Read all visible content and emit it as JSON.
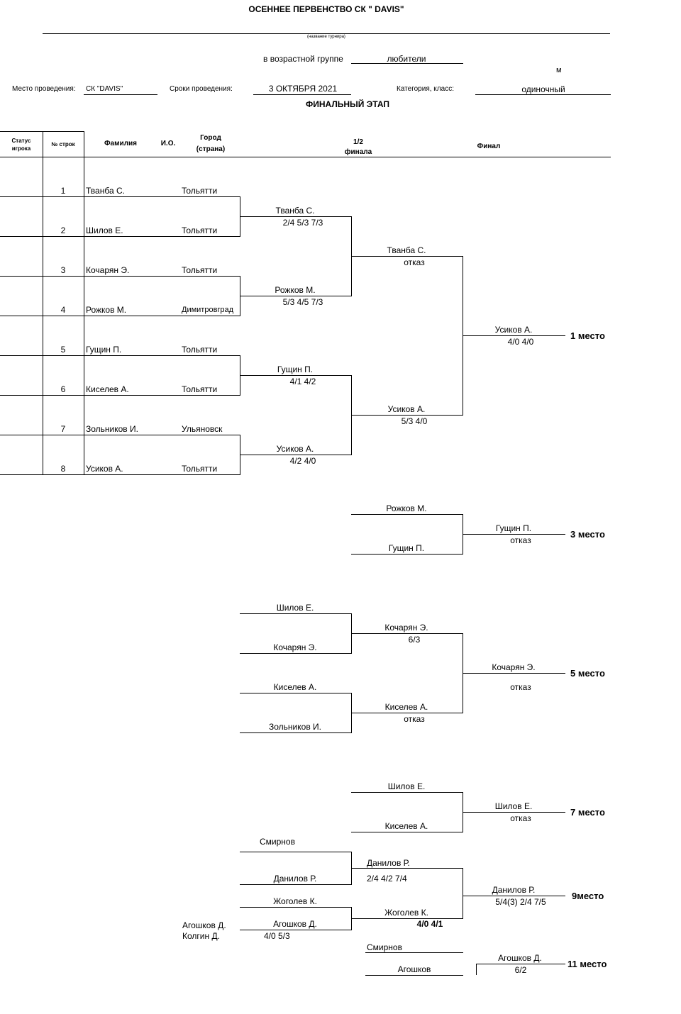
{
  "header": {
    "title": "ОСЕННЕЕ ПЕРВЕНСТВО СК \" DAVIS\"",
    "tournament_caption": "(название турнира)",
    "age_group_label": "в возрастной группе",
    "age_group_value": "любители",
    "gender": "м",
    "venue_label": "Место проведения:",
    "venue_value": "СК \"DAVIS\"",
    "dates_label": "Сроки проведения:",
    "dates_value": "3 ОКТЯБРЯ 2021",
    "category_label": "Категория, класс:",
    "category_value": "одиночный",
    "stage": "ФИНАЛЬНЫЙ ЭТАП"
  },
  "columns": {
    "status_line1": "Статус",
    "status_line2": "игрока",
    "row_no": "№ строк",
    "surname": "Фамилия",
    "initials": "И.О.",
    "city_line1": "Город",
    "city_line2": "(страна)",
    "semifinal_line1": "1/2",
    "semifinal_line2": "финала",
    "final": "Финал"
  },
  "players": [
    {
      "no": "1",
      "name": "Тванба С.",
      "city": "Тольятти"
    },
    {
      "no": "2",
      "name": "Шилов Е.",
      "city": "Тольятти"
    },
    {
      "no": "3",
      "name": "Кочарян Э.",
      "city": "Тольятти"
    },
    {
      "no": "4",
      "name": "Рожков М.",
      "city": "Димитровград"
    },
    {
      "no": "5",
      "name": "Гущин П.",
      "city": "Тольятти"
    },
    {
      "no": "6",
      "name": "Киселев А.",
      "city": "Тольятти"
    },
    {
      "no": "7",
      "name": "Зольников И.",
      "city": "Ульяновск"
    },
    {
      "no": "8",
      "name": "Усиков А.",
      "city": "Тольятти"
    }
  ],
  "main_draw": {
    "r1": [
      {
        "winner": "Тванба С.",
        "score": "2/4 5/3 7/3"
      },
      {
        "winner": "Рожков М.",
        "score": "5/3 4/5 7/3"
      },
      {
        "winner": "Гущин П.",
        "score": "4/1 4/2"
      },
      {
        "winner": "Усиков А.",
        "score": "4/2 4/0"
      }
    ],
    "semis": [
      {
        "winner": "Тванба С.",
        "score": "отказ"
      },
      {
        "winner": "Усиков А.",
        "score": "5/3 4/0"
      }
    ],
    "final": {
      "winner": "Усиков А.",
      "score": "4/0 4/0",
      "place": "1 место"
    }
  },
  "third_place": {
    "p1": "Рожков М.",
    "p2": "Гущин П.",
    "winner": "Гущин П.",
    "score": "отказ",
    "place": "3 место"
  },
  "fifth_place": {
    "a1": "Шилов Е.",
    "a2": "Кочарян Э.",
    "a_winner": "Кочарян Э.",
    "a_score": "6/3",
    "b1": "Киселев А.",
    "b2": "Зольников И.",
    "b_winner": "Киселев А.",
    "b_score": "отказ",
    "winner": "Кочарян Э.",
    "score": "отказ",
    "place": "5 место"
  },
  "seventh_place": {
    "p1": "Шилов Е.",
    "p2": "Киселев А.",
    "winner": "Шилов Е.",
    "score": "отказ",
    "place": "7 место"
  },
  "ninth_place": {
    "a1": "Смирнов",
    "a2": "Данилов Р.",
    "a_winner": "Данилов Р.",
    "a_score": "2/4 4/2 7/4",
    "pre1": "Агошков Д.",
    "pre2": "Колгин Д.",
    "pre_score": "4/0 5/3",
    "b1": "Жоголев К.",
    "b2": "Агошков Д.",
    "b_winner": "Жоголев К.",
    "b_score": "4/0 4/1",
    "winner": "Данилов Р.",
    "score": "5/4(3) 2/4 7/5",
    "place": "9место"
  },
  "eleventh_place": {
    "p1": "Смирнов",
    "p2": "Агошков",
    "winner": "Агошков Д.",
    "score": "6/2",
    "place": "11 место"
  }
}
